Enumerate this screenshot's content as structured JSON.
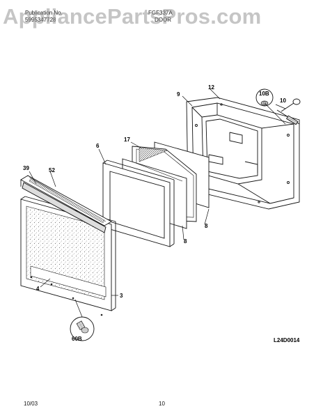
{
  "header": {
    "publication_label": "Publication No.",
    "publication_number": "5995347728",
    "model": "FGF337A",
    "section": "DOOR"
  },
  "watermark": "AppliancePartsPros.com",
  "callouts": [
    "12",
    "9",
    "10B",
    "10",
    "17",
    "6",
    "39",
    "52",
    "8",
    "8",
    "4",
    "3",
    "60B"
  ],
  "diagram_code": "L24D0014",
  "footer": {
    "date": "10/03",
    "page": "10"
  }
}
